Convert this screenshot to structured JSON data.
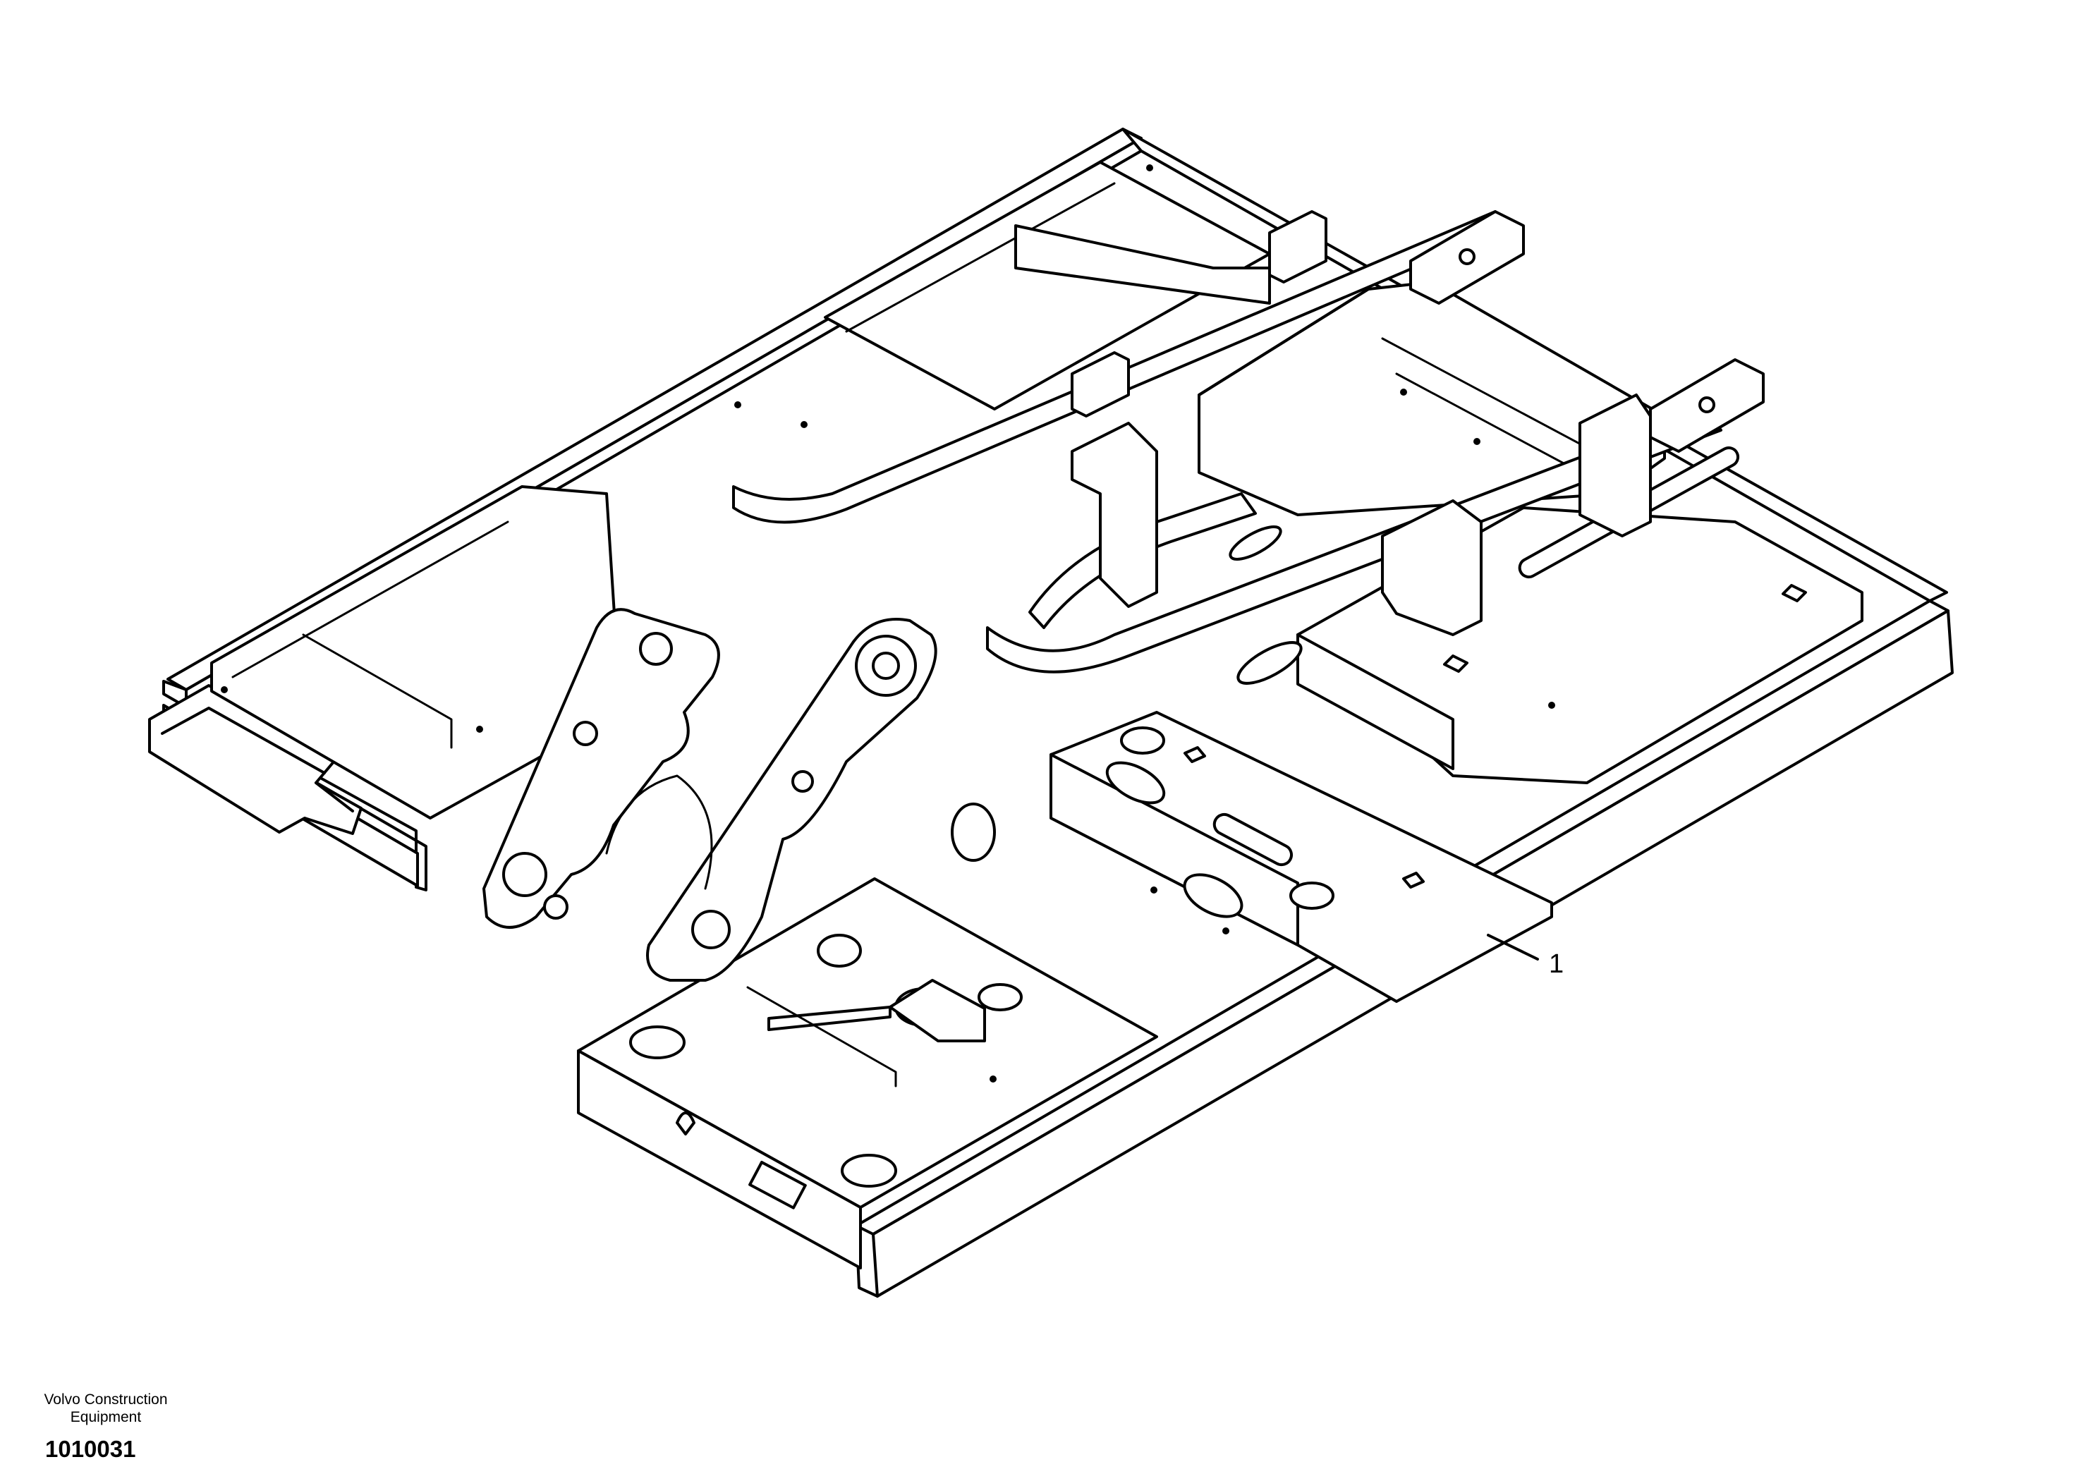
{
  "drawing": {
    "subject": "excavator upper frame (superstructure) exploded parts illustration",
    "callouts": [
      {
        "label": "1"
      }
    ]
  },
  "footer": {
    "maker_line1": "Volvo Construction",
    "maker_line2": "Equipment",
    "figure_number": "1010031"
  }
}
